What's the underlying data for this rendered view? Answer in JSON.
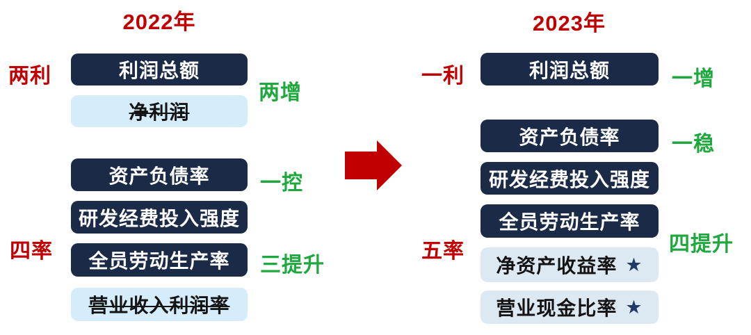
{
  "colors": {
    "red": "#C00000",
    "green": "#1FA83E",
    "dark_navy": "#1A2A47",
    "light_blue_2022": "#D5EDFB",
    "light_blue_2023": "#DCE9F2",
    "star_navy": "#1F3A66"
  },
  "left": {
    "title": "2022年",
    "group1_label": "两利",
    "group2_label": "四率",
    "boxes": [
      {
        "text": "利润总额"
      },
      {
        "text": "净利润"
      },
      {
        "text": "资产负债率"
      },
      {
        "text": "研发经费投入强度"
      },
      {
        "text": "全员劳动生产率"
      },
      {
        "text": "营业收入利润率"
      }
    ],
    "annotations": {
      "two_increases": "两增",
      "one_control": "一控",
      "three_improvements": "三提升"
    }
  },
  "right": {
    "title": "2023年",
    "group1_label": "一利",
    "group2_label": "五率",
    "boxes": [
      {
        "text": "利润总额"
      },
      {
        "text": "资产负债率"
      },
      {
        "text": "研发经费投入强度"
      },
      {
        "text": "全员劳动生产率"
      },
      {
        "text": "净资产收益率",
        "star": "★"
      },
      {
        "text": "营业现金比率",
        "star": "★"
      }
    ],
    "annotations": {
      "one_increase": "一增",
      "one_stable": "一稳",
      "four_improvements": "四提升"
    }
  },
  "icons": {
    "arrow": "right-arrow"
  }
}
